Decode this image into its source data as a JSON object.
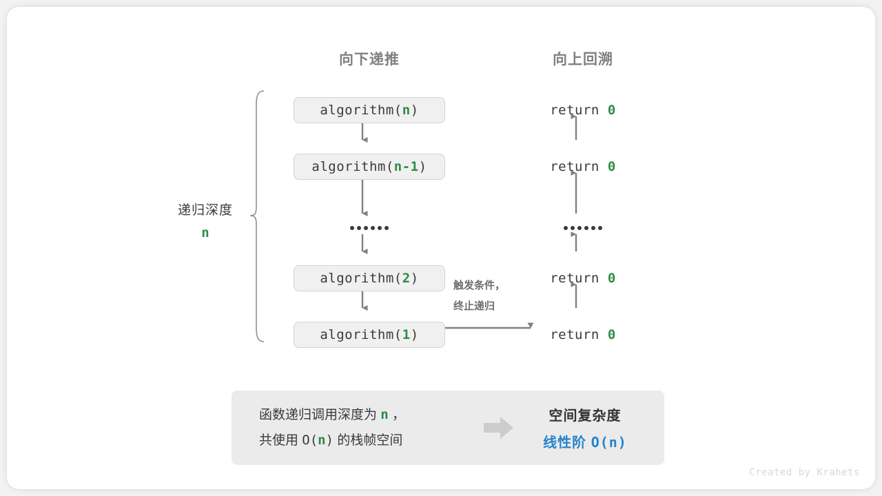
{
  "headers": {
    "down": "向下递推",
    "up": "向上回溯"
  },
  "depth": {
    "label": "递归深度",
    "value": "n"
  },
  "call_boxes": [
    {
      "prefix": "algorithm(",
      "arg": "n",
      "suffix": ")"
    },
    {
      "prefix": "algorithm(",
      "arg": "n-1",
      "suffix": ")"
    },
    {
      "prefix": "algorithm(",
      "arg": "2",
      "suffix": ")"
    },
    {
      "prefix": "algorithm(",
      "arg": "1",
      "suffix": ")"
    }
  ],
  "returns": [
    {
      "keyword": "return",
      "value": "0"
    },
    {
      "keyword": "return",
      "value": "0"
    },
    {
      "keyword": "return",
      "value": "0"
    },
    {
      "keyword": "return",
      "value": "0"
    }
  ],
  "ellipsis": "••••••",
  "trigger_note": {
    "line1": "触发条件，",
    "line2": "终止递归"
  },
  "summary": {
    "left_line1_a": "函数递归调用深度为 ",
    "left_line1_n": "n",
    "left_line1_b": " ，",
    "left_line2_a": "共使用 ",
    "left_line2_o": "O(",
    "left_line2_n": "n",
    "left_line2_c": ")",
    "left_line2_b": " 的栈帧空间",
    "arrow": "right-block-arrow",
    "right_title": "空间复杂度",
    "right_value_text": "线性阶",
    "right_value_mono": "O(n)"
  },
  "credit": "Created by Krahets",
  "colors": {
    "green": "#2e8b47",
    "blue": "#2383cd",
    "gray_text": "#3a3a3a",
    "gray_header": "#808080",
    "box_fill": "#f0f0f0",
    "box_border": "#d2d2d2",
    "panel_fill": "#ebebeb",
    "arrow": "#808080"
  }
}
